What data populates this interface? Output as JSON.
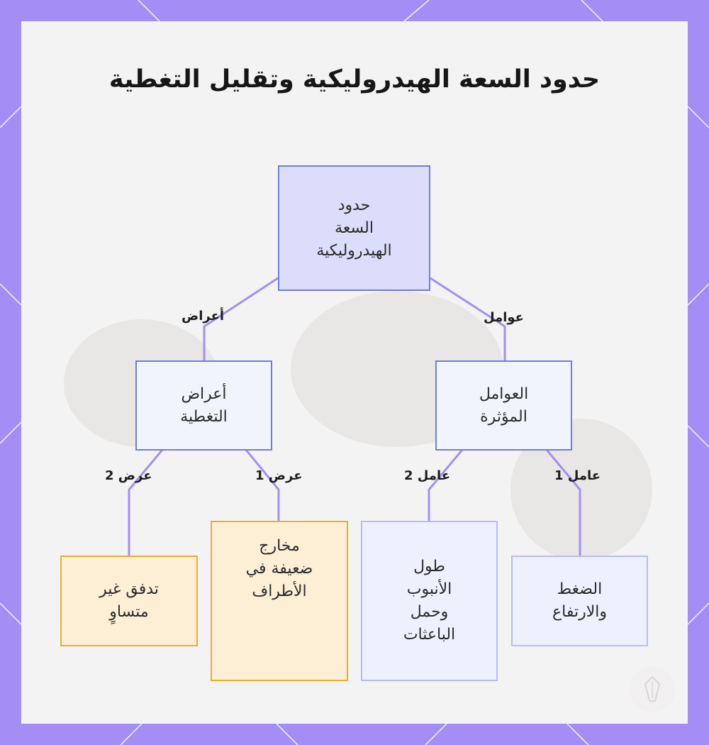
{
  "title": "حدود السعة الهيدروليكية وتقليل التغطية",
  "nodes": {
    "root": "حدود\nالسعة\nالهيدروليكية",
    "symptoms": "أعراض\nالتغطية",
    "factors": "العوامل\nالمؤثرة",
    "uneven_flow": "تدفق غير\nمتساوٍ",
    "weak_outlets": "مخارج\nضعيفة في\nالأطراف",
    "pipe_length": "طول\nالأنبوب\nوحمل\nالباعثات",
    "pressure": "الضغط\nوالارتفاع"
  },
  "edges": {
    "symptoms": "أعراض",
    "factors": "عوامل",
    "symptom2": "عرض 2",
    "symptom1": "عرض 1",
    "factor2": "عامل 2",
    "factor1": "عامل 1"
  },
  "colors": {
    "frame": "#a48ef5",
    "edge": "#a48ef5",
    "root_fill": "#dcdcfb",
    "accent_orange": "#e9ad33"
  }
}
